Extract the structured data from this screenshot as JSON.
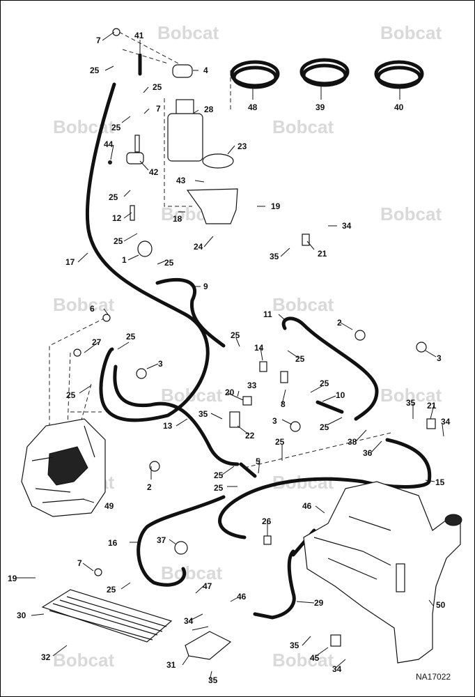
{
  "watermark": "Bobcat",
  "drawing_code": "NA17022",
  "callouts": {
    "c7a": "7",
    "c41": "41",
    "c4": "4",
    "c25a": "25",
    "c25b": "25",
    "c7b": "7",
    "c28": "28",
    "c48": "48",
    "c39": "39",
    "c40": "40",
    "c25c": "25",
    "c44": "44",
    "c42": "42",
    "c23": "23",
    "c43": "43",
    "c25d": "25",
    "c19a": "19",
    "c18": "18",
    "c12": "12",
    "c25e": "25",
    "c24": "24",
    "c34a": "34",
    "c35a": "35",
    "c21a": "21",
    "c1": "1",
    "c25f": "25",
    "c17": "17",
    "c9": "9",
    "c6": "6",
    "c11": "11",
    "c2a": "2",
    "c27": "27",
    "c25g": "25",
    "c25h": "25",
    "c14": "14",
    "c25i": "25",
    "c3a": "3",
    "c3b": "3",
    "c25j": "25",
    "c33": "33",
    "c20": "20",
    "c25k": "25",
    "c10": "10",
    "c8": "8",
    "c35b": "35",
    "c21b": "21",
    "c35c": "35",
    "c3c": "3",
    "c25l": "25",
    "c34b": "34",
    "c13": "13",
    "c22": "22",
    "c38": "38",
    "c36": "36",
    "c25m": "25",
    "c5": "5",
    "c25n": "25",
    "c25o": "25",
    "c2b": "2",
    "c15": "15",
    "c49": "49",
    "c46a": "46",
    "c26": "26",
    "c16": "16",
    "c37": "37",
    "c7c": "7",
    "c19b": "19",
    "c25p": "25",
    "c47": "47",
    "c46b": "46",
    "c29": "29",
    "c30": "30",
    "c50": "50",
    "c34c": "34",
    "c32": "32",
    "c31": "31",
    "c35d": "35",
    "c45": "45",
    "c34d": "34",
    "c35e": "35"
  }
}
